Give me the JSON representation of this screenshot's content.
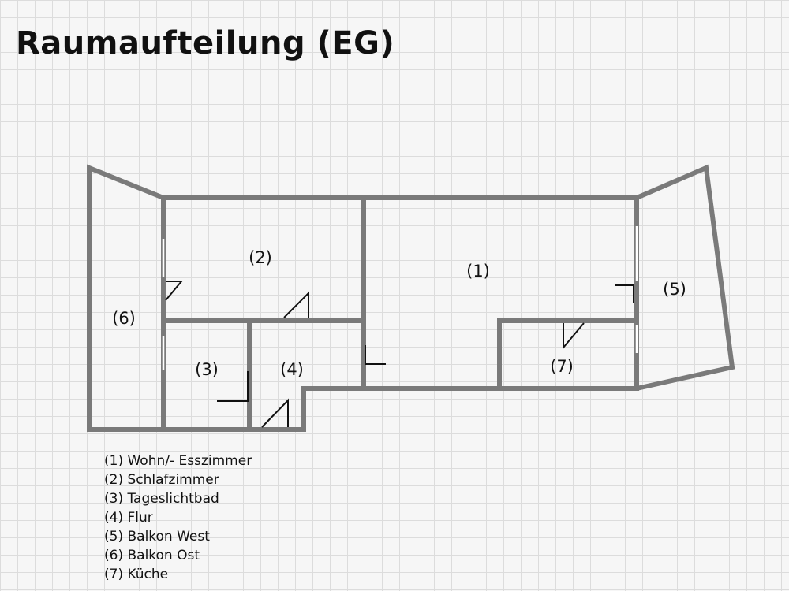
{
  "title": "Raumaufteilung (EG)",
  "rooms": [
    {
      "id": "1",
      "label": "(1)"
    },
    {
      "id": "2",
      "label": "(2)"
    },
    {
      "id": "3",
      "label": "(3)"
    },
    {
      "id": "4",
      "label": "(4)"
    },
    {
      "id": "5",
      "label": "(5)"
    },
    {
      "id": "6",
      "label": "(6)"
    },
    {
      "id": "7",
      "label": "(7)"
    }
  ],
  "legend": [
    "(1) Wohn/- Esszimmer",
    "(2) Schlafzimmer",
    "(3) Tageslichtbad",
    "(4) Flur",
    "(5) Balkon West",
    "(6) Balkon Ost",
    "(7) Küche"
  ],
  "colors": {
    "wall": "#7a7a7a",
    "window": "#ffffff",
    "door": "#111111",
    "grid": "#dcdcdc"
  }
}
